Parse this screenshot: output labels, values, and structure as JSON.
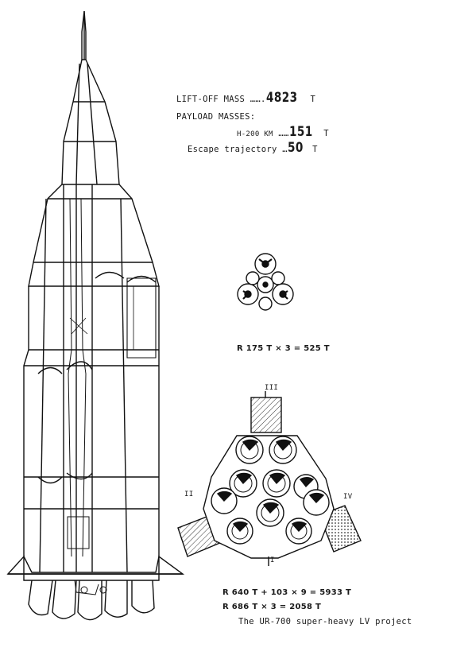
{
  "specs": {
    "liftoff_label": "LIFT-OFF MASS",
    "liftoff_value": "4823",
    "liftoff_unit": "T",
    "payload_label": "PAYLOAD MASSES:",
    "orbit_label": "H-200 KM",
    "orbit_value": "151",
    "orbit_unit": "T",
    "escape_label": "Escape trajectory",
    "escape_value": "50",
    "escape_unit": "T"
  },
  "upper_stage": {
    "formula": "R 175 T × 3 = 525 T"
  },
  "lower_stage": {
    "labels": {
      "top": "III",
      "left": "II",
      "right": "IV",
      "bottom": "I"
    },
    "formula_1": "R 640 T + 103 × 9 = 5933 T",
    "formula_2": "R 686 T × 3 = 2058 T"
  },
  "caption": "The UR-700 super-heavy LV project"
}
